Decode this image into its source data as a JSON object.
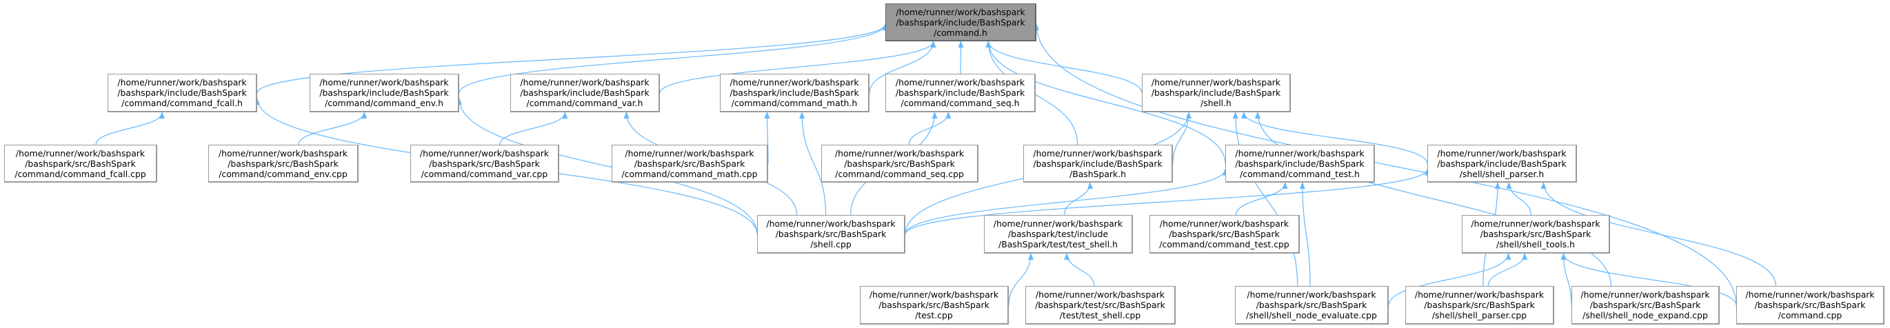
{
  "colors": {
    "edge": "#63b8ff",
    "root_fill": "#999999",
    "node_border": "#999999"
  },
  "nodes": [
    {
      "id": "root",
      "lines": [
        "/home/runner/work/bashspark",
        "/bashspark/include/BashSpark",
        "/command.h"
      ]
    },
    {
      "id": "fcall_h",
      "lines": [
        "/home/runner/work/bashspark",
        "/bashspark/include/BashSpark",
        "/command/command_fcall.h"
      ]
    },
    {
      "id": "env_h",
      "lines": [
        "/home/runner/work/bashspark",
        "/bashspark/include/BashSpark",
        "/command/command_env.h"
      ]
    },
    {
      "id": "var_h",
      "lines": [
        "/home/runner/work/bashspark",
        "/bashspark/include/BashSpark",
        "/command/command_var.h"
      ]
    },
    {
      "id": "math_h",
      "lines": [
        "/home/runner/work/bashspark",
        "/bashspark/include/BashSpark",
        "/command/command_math.h"
      ]
    },
    {
      "id": "seq_h",
      "lines": [
        "/home/runner/work/bashspark",
        "/bashspark/include/BashSpark",
        "/command/command_seq.h"
      ]
    },
    {
      "id": "shell_h",
      "lines": [
        "/home/runner/work/bashspark",
        "/bashspark/include/BashSpark",
        "/shell.h"
      ]
    },
    {
      "id": "fcall_cpp",
      "lines": [
        "/home/runner/work/bashspark",
        "/bashspark/src/BashSpark",
        "/command/command_fcall.cpp"
      ]
    },
    {
      "id": "env_cpp",
      "lines": [
        "/home/runner/work/bashspark",
        "/bashspark/src/BashSpark",
        "/command/command_env.cpp"
      ]
    },
    {
      "id": "var_cpp",
      "lines": [
        "/home/runner/work/bashspark",
        "/bashspark/src/BashSpark",
        "/command/command_var.cpp"
      ]
    },
    {
      "id": "math_cpp",
      "lines": [
        "/home/runner/work/bashspark",
        "/bashspark/src/BashSpark",
        "/command/command_math.cpp"
      ]
    },
    {
      "id": "seq_cpp",
      "lines": [
        "/home/runner/work/bashspark",
        "/bashspark/src/BashSpark",
        "/command/command_seq.cpp"
      ]
    },
    {
      "id": "bashspark_h",
      "lines": [
        "/home/runner/work/bashspark",
        "/bashspark/include/BashSpark",
        "/BashSpark.h"
      ]
    },
    {
      "id": "cmdtest_h",
      "lines": [
        "/home/runner/work/bashspark",
        "/bashspark/include/BashSpark",
        "/command/command_test.h"
      ]
    },
    {
      "id": "parser_h",
      "lines": [
        "/home/runner/work/bashspark",
        "/bashspark/include/BashSpark",
        "/shell/shell_parser.h"
      ]
    },
    {
      "id": "shell_cpp",
      "lines": [
        "/home/runner/work/bashspark",
        "/bashspark/src/BashSpark",
        "/shell.cpp"
      ]
    },
    {
      "id": "testshell_h",
      "lines": [
        "/home/runner/work/bashspark",
        "/bashspark/test/include",
        "/BashSpark/test/test_shell.h"
      ]
    },
    {
      "id": "cmdtest_cpp",
      "lines": [
        "/home/runner/work/bashspark",
        "/bashspark/src/BashSpark",
        "/command/command_test.cpp"
      ]
    },
    {
      "id": "tools_h",
      "lines": [
        "/home/runner/work/bashspark",
        "/bashspark/src/BashSpark",
        "/shell/shell_tools.h"
      ]
    },
    {
      "id": "test_cpp",
      "lines": [
        "/home/runner/work/bashspark",
        "/bashspark/src/BashSpark",
        "/test.cpp"
      ]
    },
    {
      "id": "testshell_cpp",
      "lines": [
        "/home/runner/work/bashspark",
        "/bashspark/test/src/BashSpark",
        "/test/test_shell.cpp"
      ]
    },
    {
      "id": "eval_cpp",
      "lines": [
        "/home/runner/work/bashspark",
        "/bashspark/src/BashSpark",
        "/shell/shell_node_evaluate.cpp"
      ]
    },
    {
      "id": "parser_cpp",
      "lines": [
        "/home/runner/work/bashspark",
        "/bashspark/src/BashSpark",
        "/shell/shell_parser.cpp"
      ]
    },
    {
      "id": "expand_cpp",
      "lines": [
        "/home/runner/work/bashspark",
        "/bashspark/src/BashSpark",
        "/shell/shell_node_expand.cpp"
      ]
    },
    {
      "id": "command_cpp",
      "lines": [
        "/home/runner/work/bashspark",
        "/bashspark/src/BashSpark",
        "/command.cpp"
      ]
    }
  ],
  "edges": [
    [
      "fcall_h",
      "root"
    ],
    [
      "env_h",
      "root"
    ],
    [
      "var_h",
      "root"
    ],
    [
      "math_h",
      "root"
    ],
    [
      "seq_h",
      "root"
    ],
    [
      "shell_h",
      "root"
    ],
    [
      "bashspark_h",
      "root"
    ],
    [
      "cmdtest_h",
      "root"
    ],
    [
      "command_cpp",
      "root"
    ],
    [
      "fcall_cpp",
      "fcall_h"
    ],
    [
      "shell_cpp",
      "fcall_h"
    ],
    [
      "env_cpp",
      "env_h"
    ],
    [
      "shell_cpp",
      "env_h"
    ],
    [
      "var_cpp",
      "var_h"
    ],
    [
      "shell_cpp",
      "var_h"
    ],
    [
      "math_cpp",
      "math_h"
    ],
    [
      "shell_cpp",
      "math_h"
    ],
    [
      "seq_cpp",
      "seq_h"
    ],
    [
      "shell_cpp",
      "seq_h"
    ],
    [
      "bashspark_h",
      "shell_h"
    ],
    [
      "shell_cpp",
      "shell_h"
    ],
    [
      "parser_h",
      "shell_h"
    ],
    [
      "eval_cpp",
      "shell_h"
    ],
    [
      "expand_cpp",
      "shell_h"
    ],
    [
      "testshell_h",
      "bashspark_h"
    ],
    [
      "shell_cpp",
      "cmdtest_h"
    ],
    [
      "shell_cpp",
      "parser_h"
    ],
    [
      "cmdtest_cpp",
      "cmdtest_h"
    ],
    [
      "eval_cpp",
      "cmdtest_h"
    ],
    [
      "tools_h",
      "parser_h"
    ],
    [
      "parser_cpp",
      "parser_h"
    ],
    [
      "command_cpp",
      "parser_h"
    ],
    [
      "test_cpp",
      "testshell_h"
    ],
    [
      "testshell_cpp",
      "testshell_h"
    ],
    [
      "eval_cpp",
      "tools_h"
    ],
    [
      "parser_cpp",
      "tools_h"
    ],
    [
      "expand_cpp",
      "tools_h"
    ],
    [
      "command_cpp",
      "tools_h"
    ]
  ]
}
